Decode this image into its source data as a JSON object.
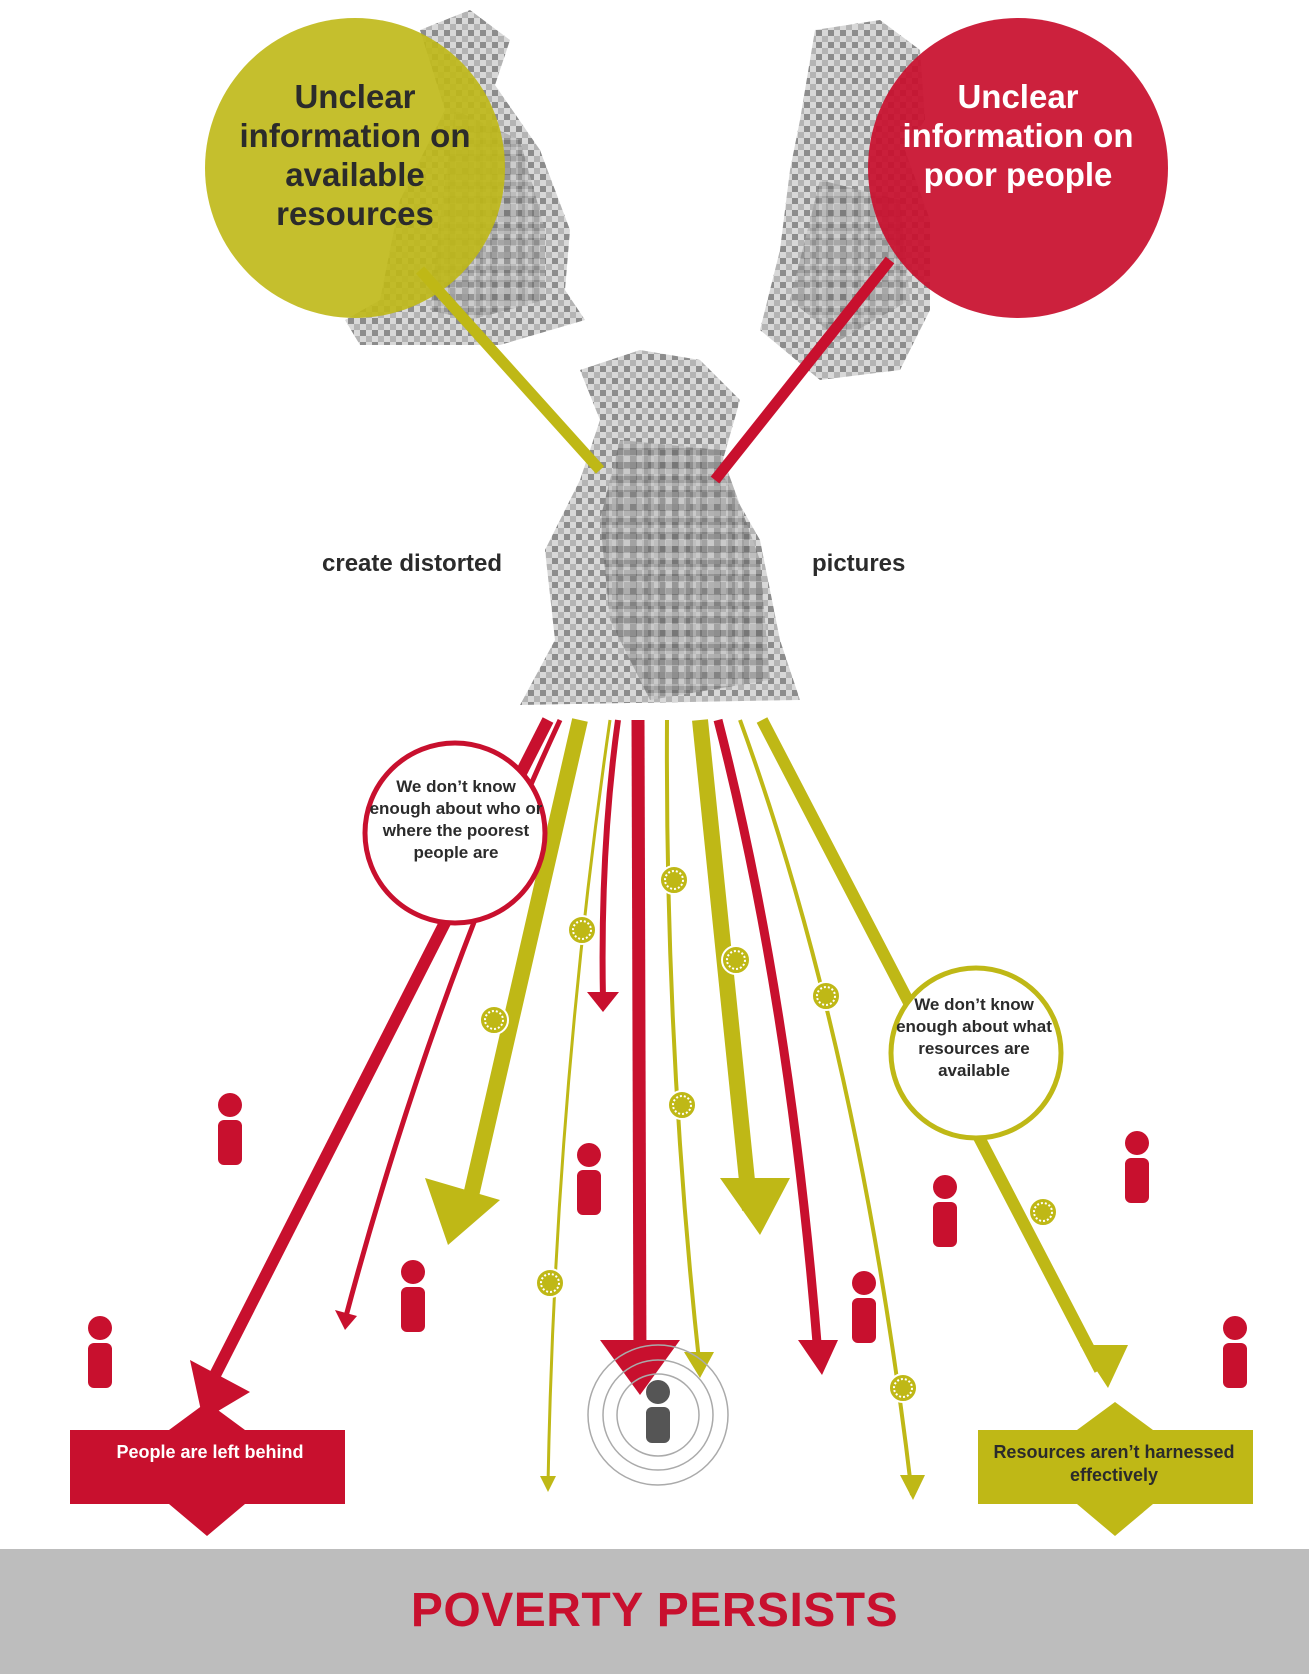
{
  "colors": {
    "red": "#c8102e",
    "olive": "#bfb816",
    "gray_banner": "#bdbdbd",
    "text_dark": "#2b2b2b",
    "white": "#ffffff"
  },
  "top": {
    "left_circle": "Unclear information on available resources",
    "right_circle": "Unclear information on poor people"
  },
  "middle": {
    "left_label": "create distorted",
    "right_label": "pictures"
  },
  "bubbles": {
    "red": "We don’t know enough about who or where the poorest people are",
    "olive": "We don’t know enough about what resources are available"
  },
  "outcomes": {
    "left": "People are left behind",
    "right": "Resources aren’t harnessed effectively"
  },
  "banner": {
    "text": "POVERTY PERSISTS"
  },
  "icons": [
    "money-bag-icon",
    "child-photo-icon",
    "person-icon",
    "target-person-icon"
  ]
}
